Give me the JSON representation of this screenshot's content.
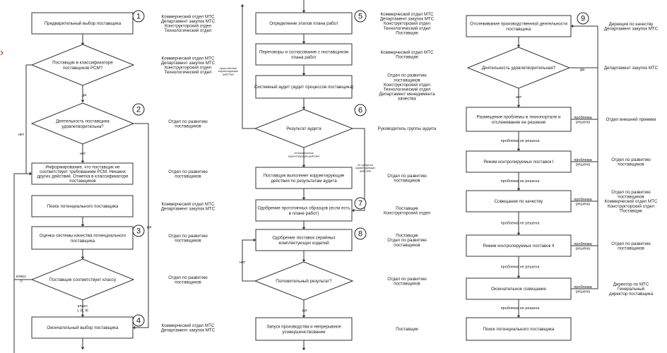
{
  "col1": {
    "steps": [
      {
        "text": "Предварительный выбор поставщика",
        "resp": [
          "Коммерческий отдел МТС",
          "Департамент закупок МТС",
          "Конструкторский отдел",
          "Технологический отдел"
        ]
      },
      {
        "text": [
          "Поставщик в классификаторе",
          "поставщиков РСМ?"
        ],
        "resp": [
          "Коммерческий отдел МТС",
          "Департамент закупок МТС",
          "Конструкторский отдел",
          "Технологический отдел"
        ]
      },
      {
        "text": [
          "Деятельность поставщика",
          "удовлетворительна?"
        ],
        "resp": [
          "Отдел по развитию",
          "поставщиков"
        ]
      },
      {
        "text": [
          "Информирование, что поставщик не",
          "соответствует требованиям РСМ. Никаких",
          "других действий. Отметка в классификаторе",
          "поставщиков"
        ],
        "resp": [
          "Отдел по развитию",
          "поставщиков"
        ]
      },
      {
        "text": "Поиск потенциального поставщика",
        "resp": [
          "Коммерческий отдел МТС",
          "Департамент закупок МТС"
        ]
      },
      {
        "text": [
          "Оценка системы качества потенциального",
          "поставщика"
        ],
        "resp": [
          "Отдел по развитию",
          "поставщиков"
        ]
      },
      {
        "text": "Поставщик соответствует классу",
        "resp": [
          "Отдел по развитию",
          "поставщиков"
        ]
      },
      {
        "text": "Окончательный выбор поставщика",
        "resp": [
          "Коммерческий отдел МТС",
          "Департамент закупок МТС"
        ]
      }
    ],
    "labels": {
      "yes1": "да",
      "no1": "нет",
      "no2": "нет",
      "yes2": "да",
      "class0": [
        "класс",
        "0"
      ],
      "class123": [
        "класс",
        "I, II, III"
      ]
    },
    "numbers": [
      "1",
      "2",
      "3",
      "4"
    ]
  },
  "col2": {
    "steps": [
      {
        "text": "Определение этапов плана работ",
        "resp": [
          "Коммерческий отдел МТС",
          "Департамент закупок МТС",
          "Конструкторский отдел",
          "Технологический отдел",
          "Поставщик"
        ]
      },
      {
        "text": [
          "Переговоры и согласование с поставщиком",
          "плана работ"
        ],
        "resp": [
          "Коммерческий отдел МТС",
          "Поставщик"
        ]
      },
      {
        "text": "Системный аудит (аудит процессов поставщика)",
        "resp": [
          "Отдел по развитию",
          "поставщиков",
          "Конструкторский отдел",
          "Технологический отдел",
          "Департамент менеджмента",
          "качества"
        ]
      },
      {
        "text": "Результат аудита",
        "resp": [
          "Руководитель группы аудита"
        ]
      },
      {
        "text": [
          "Поставщик выполняет корректирующие",
          "действия по результатам аудита"
        ],
        "resp": [
          "Отдел по развитию",
          "поставщиков"
        ]
      },
      {
        "text": [
          "Одобрение прототипных образцов (если есть",
          "в плане работ)"
        ],
        "resp": [
          "Поставщик",
          "Конструкторский отдел"
        ]
      },
      {
        "text": [
          "Одобрение поставок серийных",
          "комплектующих изделий"
        ],
        "resp": [
          "Поставщик",
          "Отдел по развитию",
          "поставщиков"
        ]
      },
      {
        "text": "Положительный результат?",
        "resp": [
          "Отдел по развитию",
          "поставщиков"
        ]
      },
      {
        "text": [
          "Запуск производства и непрерывное",
          "усовершенствование"
        ],
        "resp": [
          "Поставщик"
        ]
      }
    ],
    "labels": {
      "need_corr": [
        "существенные",
        "корректирующие",
        "действия"
      ],
      "minor_corr": [
        "незначительные",
        "корректирующие действия"
      ],
      "no_corr": [
        "не требуется",
        "корректирующих",
        "действий"
      ],
      "no": "нет",
      "yes": "да"
    },
    "numbers": [
      "5",
      "6",
      "7",
      "8"
    ]
  },
  "col3": {
    "steps": [
      {
        "text": [
          "Отслеживание производственной деятельности",
          "поставщика"
        ],
        "resp": [
          "Дирекция по качеству",
          "Департамент закупок МТС"
        ]
      },
      {
        "text": "Деятельность удовлетворительная?",
        "resp": [
          "Департамент закупок МТС"
        ]
      },
      {
        "text": [
          "Размещение проблемы в технопортале и",
          "отслеживание ее решения"
        ],
        "resp": [
          "Отдел внешней приемки"
        ]
      },
      {
        "text": "Режим контролируемых поставок I",
        "resp": [
          "Отдел по развитию",
          "поставщиков"
        ]
      },
      {
        "text": "Совещание по качеству",
        "resp": [
          "Отдел по развитию",
          "поставщиков",
          "Коммерческий отдел МТС",
          "Конструкторский отдел",
          "Поставщик"
        ]
      },
      {
        "text": "Режим контролируемых поставок II",
        "resp": [
          "Отдел по развитию",
          "поставщиков"
        ]
      },
      {
        "text": "Окончательное совещание",
        "resp": [
          "Директор по МТС",
          "Генеральный",
          "директор поставщика"
        ]
      },
      {
        "text": "Поиск потенциального поставщика",
        "resp": []
      }
    ],
    "labels": {
      "yes": "да",
      "no": "нет",
      "not_solved": "проблема не решена",
      "solved": [
        "проблема",
        "решена"
      ]
    },
    "numbers": [
      "9"
    ]
  }
}
